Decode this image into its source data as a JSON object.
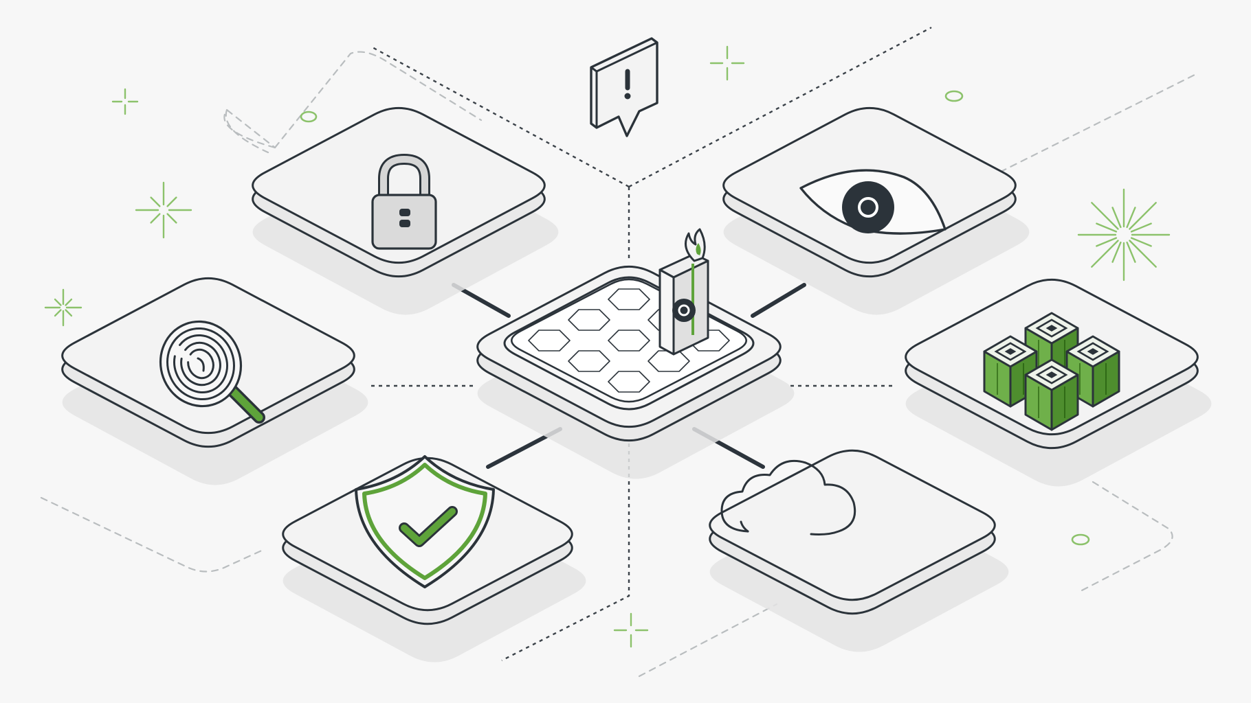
{
  "diagram": {
    "hub": {
      "name": "central-platform",
      "icon": "grid-platform-with-sensor-icon"
    },
    "nodes": [
      {
        "id": "lock",
        "icon": "padlock-icon"
      },
      {
        "id": "eye",
        "icon": "eye-icon"
      },
      {
        "id": "search",
        "icon": "fingerprint-magnifier-icon"
      },
      {
        "id": "blocks",
        "icon": "green-server-blocks-icon"
      },
      {
        "id": "shield",
        "icon": "shield-check-icon"
      },
      {
        "id": "cloud",
        "icon": "cloud-icon"
      }
    ],
    "alert": {
      "icon": "alert-speech-bubble-icon"
    },
    "colors": {
      "accent": "#5ea33a",
      "accent_light": "#8cc26b",
      "ink": "#2b333a",
      "tile": "#f3f3f3",
      "background": "#f7f7f7"
    }
  }
}
